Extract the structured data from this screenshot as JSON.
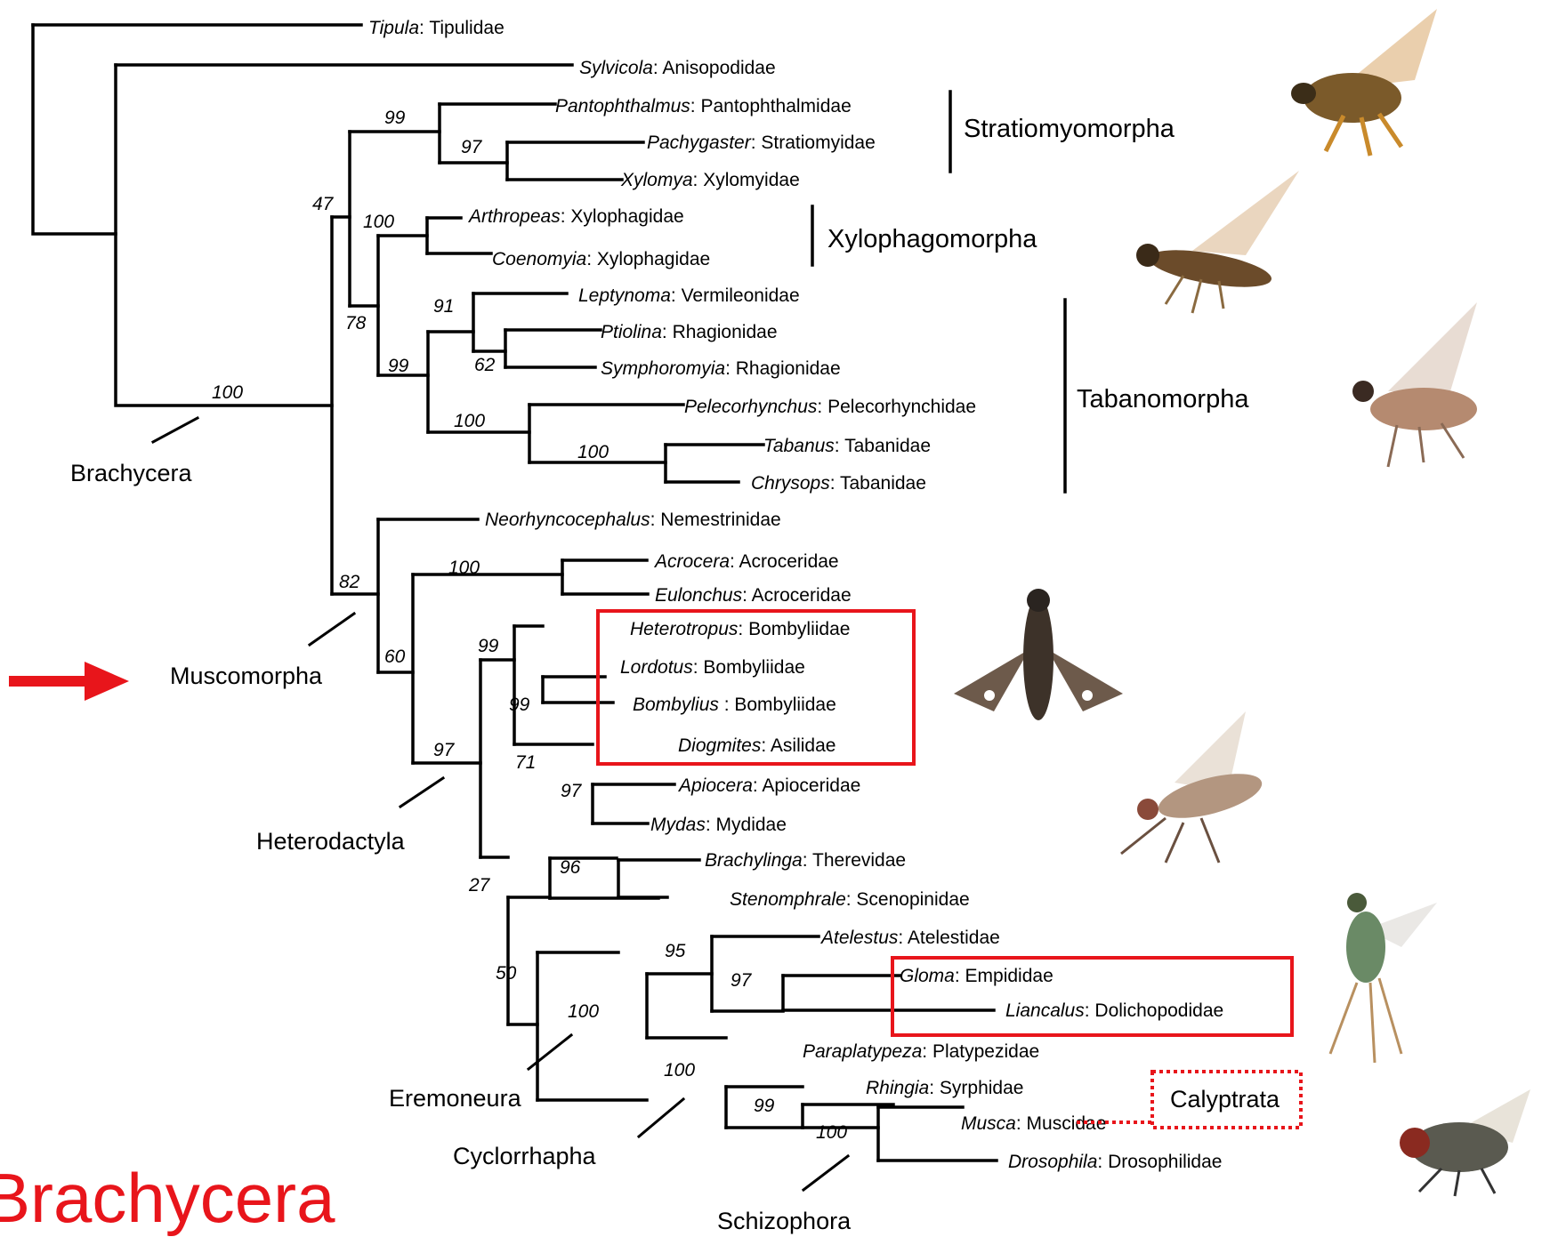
{
  "tips": [
    {
      "genus": "Tipula",
      "family": "Tipulidae"
    },
    {
      "genus": "Sylvicola",
      "family": "Anisopodidae"
    },
    {
      "genus": "Pantophthalmus",
      "family": "Pantophthalmidae"
    },
    {
      "genus": "Pachygaster",
      "family": "Stratiomyidae"
    },
    {
      "genus": "Xylomya",
      "family": "Xylomyidae"
    },
    {
      "genus": "Arthropeas",
      "family": "Xylophagidae"
    },
    {
      "genus": "Coenomyia",
      "family": "Xylophagidae"
    },
    {
      "genus": "Leptynoma",
      "family": "Vermileonidae"
    },
    {
      "genus": "Ptiolina",
      "family": "Rhagionidae"
    },
    {
      "genus": "Symphoromyia",
      "family": "Rhagionidae"
    },
    {
      "genus": "Pelecorhynchus",
      "family": "Pelecorhynchidae"
    },
    {
      "genus": "Tabanus",
      "family": "Tabanidae"
    },
    {
      "genus": "Chrysops",
      "family": "Tabanidae"
    },
    {
      "genus": "Neorhyncocephalus",
      "family": "Nemestrinidae"
    },
    {
      "genus": "Acrocera",
      "family": "Acroceridae"
    },
    {
      "genus": "Eulonchus",
      "family": "Acroceridae"
    },
    {
      "genus": "Heterotropus",
      "family": "Bombyliidae"
    },
    {
      "genus": "Lordotus",
      "family": "Bombyliidae"
    },
    {
      "genus": "Bombylius ",
      "family": "Bombyliidae"
    },
    {
      "genus": "Diogmites",
      "family": "Asilidae"
    },
    {
      "genus": "Apiocera",
      "family": "Apioceridae"
    },
    {
      "genus": "Mydas",
      "family": "Mydidae"
    },
    {
      "genus": "Brachylinga",
      "family": "Therevidae"
    },
    {
      "genus": "Stenomphrale",
      "family": "Scenopinidae"
    },
    {
      "genus": "Atelestus",
      "family": "Atelestidae"
    },
    {
      "genus": "Gloma",
      "family": "Empididae"
    },
    {
      "genus": "Liancalus",
      "family": "Dolichopodidae"
    },
    {
      "genus": "Paraplatypeza",
      "family": "Platypezidae"
    },
    {
      "genus": "Rhingia",
      "family": "Syrphidae"
    },
    {
      "genus": "Musca",
      "family": "Muscidae"
    },
    {
      "genus": "Drosophila",
      "family": "Drosophilidae"
    }
  ],
  "support_values": [
    "99",
    "97",
    "47",
    "100",
    "78",
    "91",
    "62",
    "99",
    "100",
    "100",
    "100",
    "100",
    "82",
    "60",
    "99",
    "99",
    "97",
    "71",
    "97",
    "96",
    "27",
    "50",
    "95",
    "97",
    "100",
    "100",
    "99",
    "100"
  ],
  "clade_labels": [
    "Brachycera",
    "Muscomorpha",
    "Heterodactyla",
    "Eremoneura",
    "Cyclorrhapha",
    "Schizophora"
  ],
  "group_labels": [
    "Stratiomyomorpha",
    "Xylophagomorpha",
    "Tabanomorpha"
  ],
  "highlight_label": "Calyptrata",
  "big_title": "Brachycera",
  "colors": {
    "line": "#000000",
    "highlight": "#e8151b",
    "arrow": "#e8151b",
    "title": "#e8151b"
  }
}
